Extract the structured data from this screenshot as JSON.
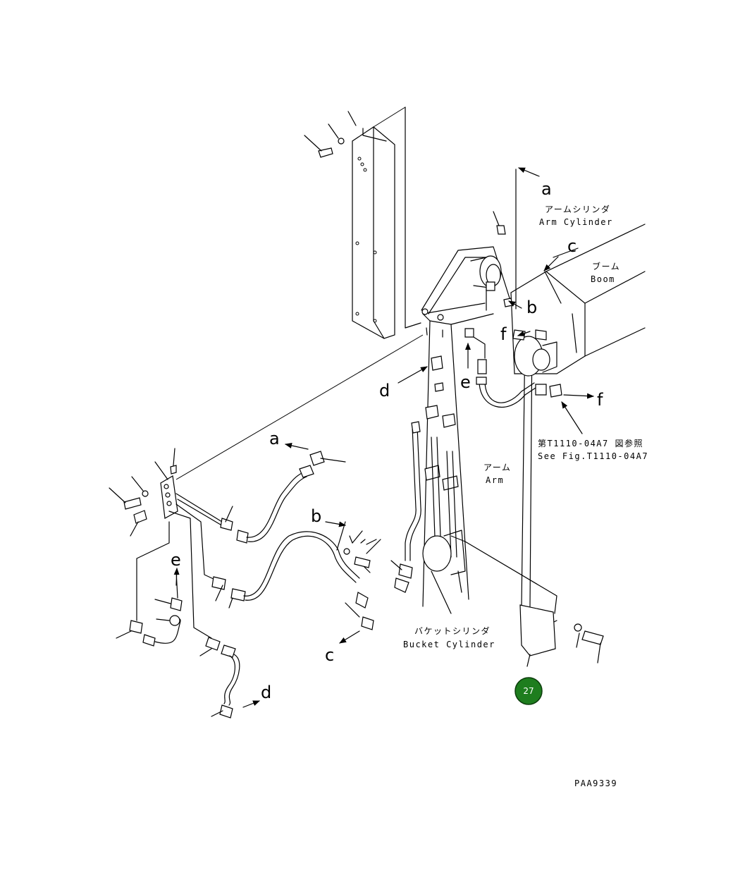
{
  "labels": {
    "arm_cylinder_jp": "アームシリンダ",
    "arm_cylinder_en": "Arm Cylinder",
    "boom_jp": "ブーム",
    "boom_en": "Boom",
    "arm_jp": "アーム",
    "arm_en": "Arm",
    "bucket_cylinder_jp": "バケットシリンダ",
    "bucket_cylinder_en": "Bucket Cylinder",
    "see_fig_jp": "第T1110-04A7 図参照",
    "see_fig_en": "See Fig.T1110-04A7",
    "drawing_id": "PAA9339"
  },
  "letters": {
    "a": "a",
    "b": "b",
    "c": "c",
    "d": "d",
    "e": "e",
    "f": "f"
  },
  "callout": {
    "number": "27",
    "color": "#1e7d1e"
  }
}
